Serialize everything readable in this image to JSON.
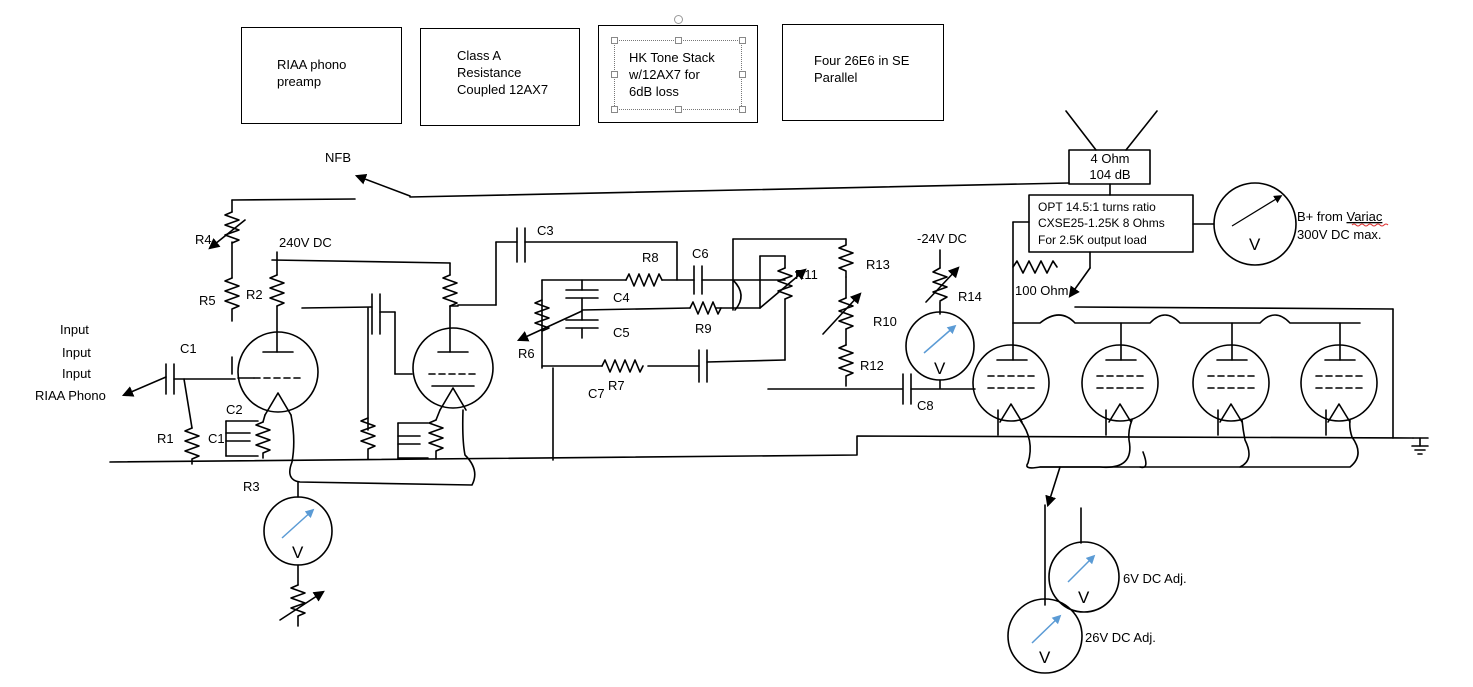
{
  "blocks": {
    "riaa": "RIAA phono\npreamp",
    "class_a": "Class A\nResistance\nCoupled 12AX7",
    "tone_stack": "HK Tone Stack\nw/12AX7 for\n6dB loss",
    "output": "Four 26E6 in SE\nParallel"
  },
  "speaker": {
    "line1": "4 Ohm",
    "line2": "104 dB"
  },
  "opt": {
    "line1": "OPT 14.5:1 turns ratio",
    "line2": "CXSE25-1.25K 8 Ohms",
    "line3": "For 2.5K output load"
  },
  "bplus": {
    "line1_a": "B+ from ",
    "line1_b": "Variac",
    "line2": "300V DC max."
  },
  "labels": {
    "nfb": "NFB",
    "r4": "R4",
    "r5": "R5",
    "r2": "R2",
    "r1": "R1",
    "r3": "R3",
    "v240": "240V DC",
    "in1": "Input",
    "in2": "Input",
    "in3": "Input",
    "in4": "RIAA Phono",
    "c1": "C1",
    "c1b": "C1",
    "c2": "C2",
    "c3": "C3",
    "c4": "C4",
    "c5": "C5",
    "c6": "C6",
    "c7": "C7",
    "c8": "C8",
    "r6": "R6",
    "r7": "R7",
    "r8": "R8",
    "r9": "R9",
    "r10": "R10",
    "r11": "R11",
    "r12": "R12",
    "r13": "R13",
    "r14": "R14",
    "neg24": "-24V DC",
    "ohm100": "100 Ohm",
    "v6": "6V DC Adj.",
    "v26": "26V DC Adj."
  },
  "meter_label": "V"
}
